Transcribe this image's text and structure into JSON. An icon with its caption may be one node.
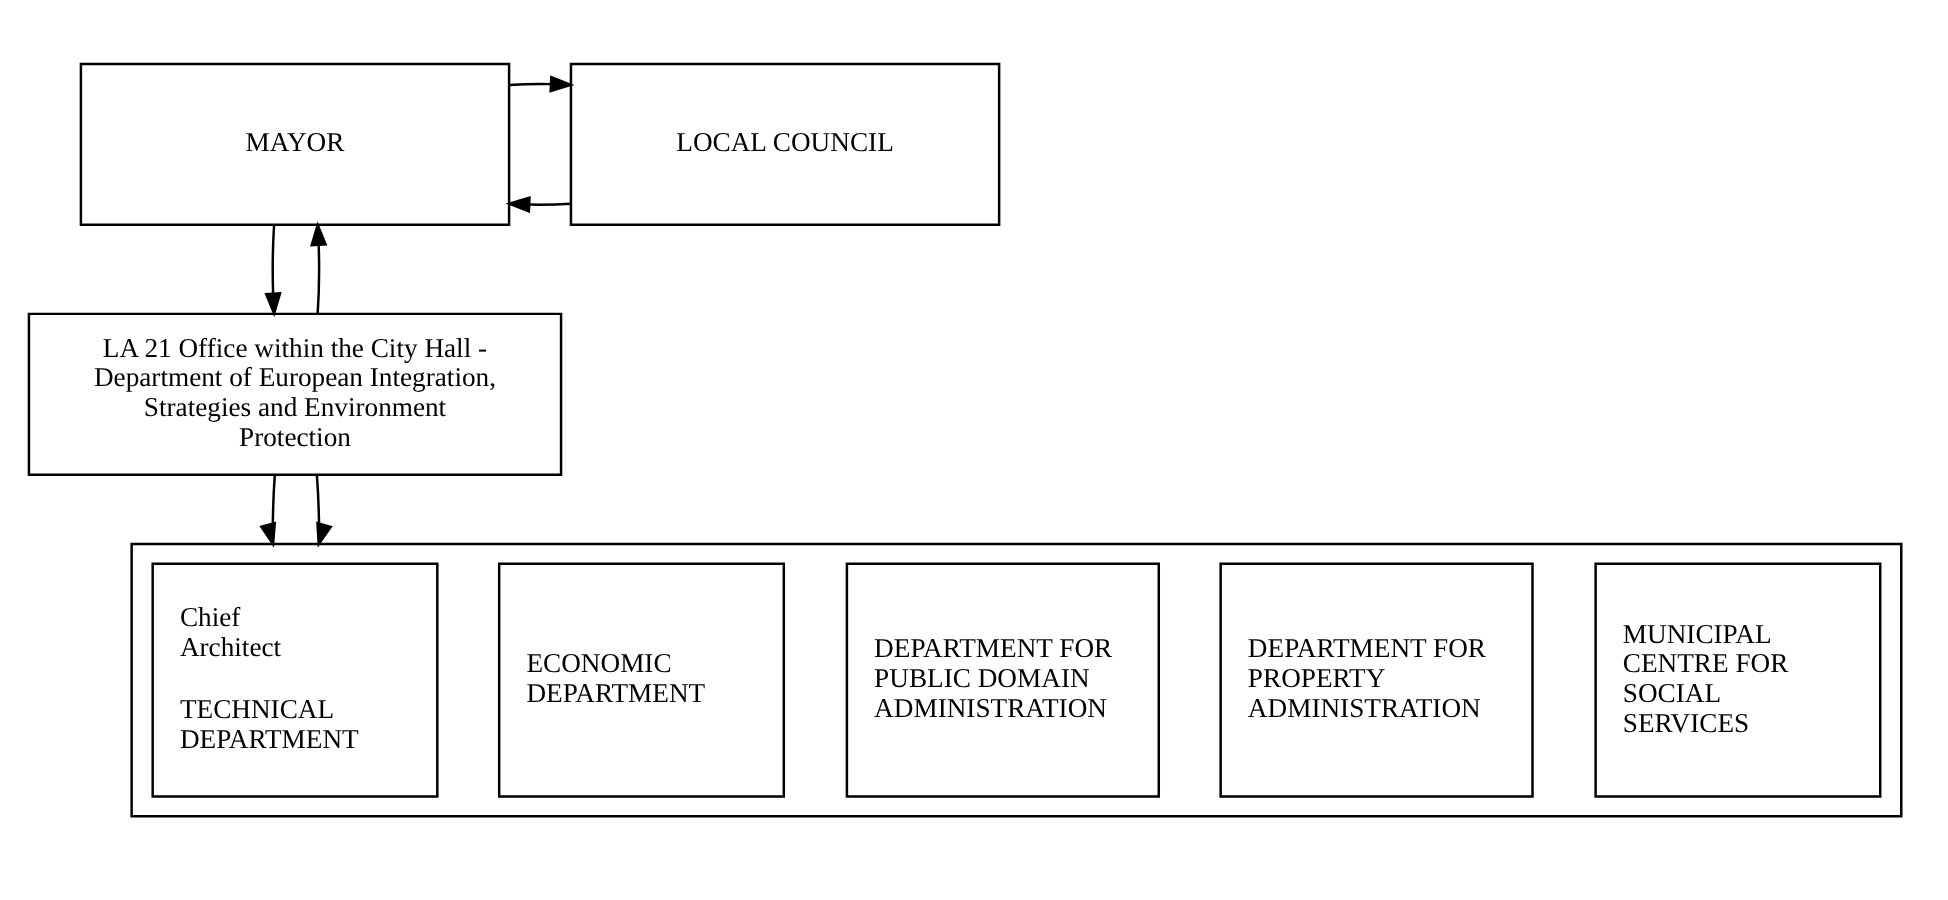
{
  "diagram": {
    "nodes": [
      {
        "text": [
          "MAYOR"
        ]
      },
      {
        "text": [
          "LOCAL COUNCIL"
        ]
      },
      {
        "text": [
          "LA 21 Office within the City Hall - Department of European Integration, Strategies and Environment Protection"
        ]
      },
      {
        "text": [],
        "shape": "box"
      },
      {
        "text": [
          "Chief Architect",
          "TECHNICAL DEPARTMENT"
        ],
        "in": 3
      },
      {
        "text": [
          "ECONOMIC DEPARTMENT"
        ],
        "in": 3
      },
      {
        "text": [
          "DEPARTMENT FOR PUBLIC DOMAIN ADMINISTRATION"
        ],
        "in": 3
      },
      {
        "text": [
          "DEPARTMENT FOR PROPERTY ADMINISTRATION"
        ],
        "in": 3
      },
      {
        "text": [
          "MUNICIPAL CENTRE FOR SOCIAL SERVICES"
        ],
        "in": 3
      }
    ],
    "edges": [
      {
        "from": 1,
        "to": 0,
        "arrow": "to"
      },
      {
        "from": 0,
        "to": 1,
        "arrow": "to"
      },
      {
        "from": 0,
        "to": 2,
        "arrow": "to"
      },
      {
        "from": 2,
        "to": 0,
        "arrow": "to"
      },
      {
        "from": 2,
        "to": 3,
        "arrow": "to"
      },
      {
        "from": 2,
        "to": 3,
        "arrow": "to"
      }
    ]
  }
}
